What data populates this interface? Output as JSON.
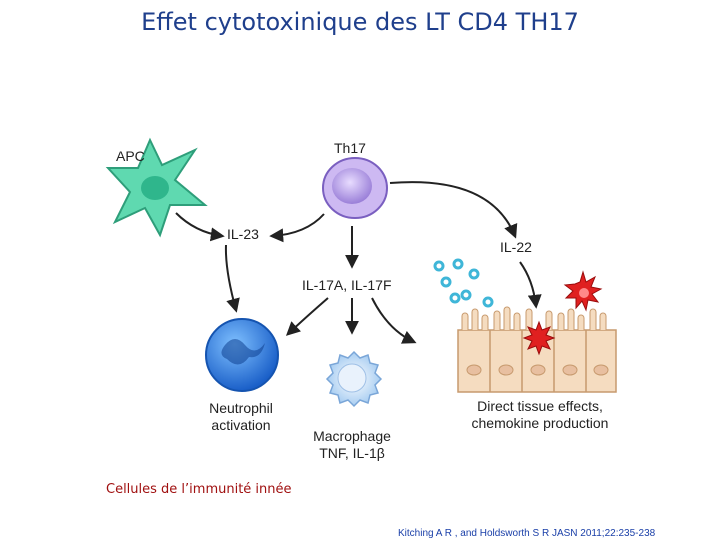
{
  "title": "Effet cytotoxinique des LT CD4 TH17",
  "nodes": {
    "apc": "APC",
    "th17": "Th17",
    "il23": "IL-23",
    "il22": "IL-22",
    "il17": "IL-17A, IL-17F",
    "neutrophil_line1": "Neutrophil",
    "neutrophil_line2": "activation",
    "macrophage_line1": "Macrophage",
    "macrophage_line2": "TNF, IL-1β",
    "tissue_line1": "Direct tissue effects,",
    "tissue_line2": "chemokine production"
  },
  "footer": {
    "caption": "Cellules de l’immunité innée",
    "citation": "Kitching A R , and Holdsworth S R JASN 2011;22:235-238"
  },
  "colors": {
    "title": "#1f3f8c",
    "apc": "#5fd9b0",
    "th17": "#a98ee0",
    "neutrophil": "#2a7de0",
    "macrophage": "#cfe3f7",
    "tissue": "#f5dcc0",
    "damaged_cell": "#e02020",
    "cytokine_dots": "#3fb6d8"
  }
}
